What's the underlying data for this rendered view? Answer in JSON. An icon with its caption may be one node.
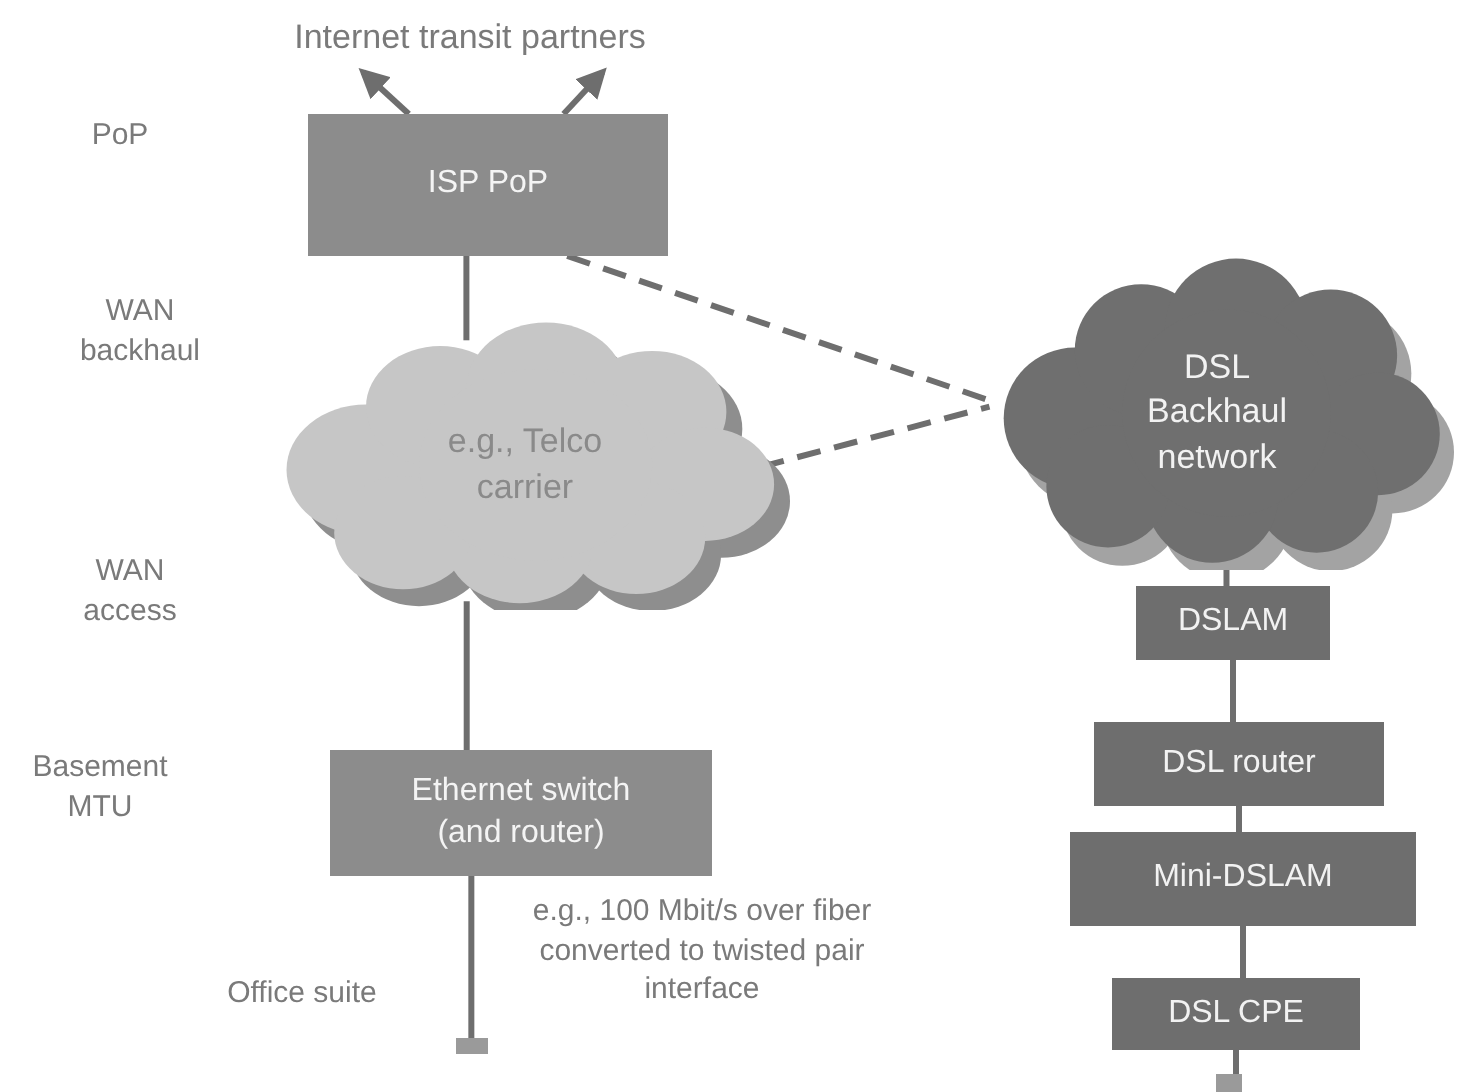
{
  "diagram": {
    "nodes": [
      {
        "text": [
          "Internet transit partners"
        ]
      },
      {
        "text": [
          "ISP PoP"
        ]
      },
      {
        "text": [
          "e.g., Telco carrier"
        ]
      },
      {
        "text": [
          "DSL Backhaul network"
        ]
      },
      {
        "text": [
          "Ethernet switch (and router)"
        ]
      },
      {
        "text": [],
        "shape": "box"
      },
      {
        "text": [
          "DSLAM"
        ]
      },
      {
        "text": [
          "DSL router"
        ]
      },
      {
        "text": [
          "Mini-DSLAM"
        ]
      },
      {
        "text": [
          "DSL CPE"
        ]
      },
      {
        "text": [],
        "shape": "box"
      }
    ],
    "edges": [
      {
        "from": 1,
        "to": 0,
        "arrow": "to"
      },
      {
        "from": 1,
        "to": 0,
        "arrow": "to"
      },
      {
        "from": 1,
        "to": 2,
        "arrow": "none"
      },
      {
        "from": 1,
        "to": 3,
        "arrow": "none",
        "style": "dashed"
      },
      {
        "from": 2,
        "to": 3,
        "arrow": "none",
        "style": "dashed"
      },
      {
        "from": 2,
        "to": 4,
        "arrow": "none"
      },
      {
        "from": 4,
        "to": 5,
        "arrow": "none"
      },
      {
        "from": 3,
        "to": 6,
        "arrow": "none"
      },
      {
        "from": 6,
        "to": 7,
        "arrow": "none"
      },
      {
        "from": 7,
        "to": 8,
        "arrow": "none"
      },
      {
        "from": 8,
        "to": 9,
        "arrow": "none"
      },
      {
        "from": 9,
        "to": 10,
        "arrow": "none"
      }
    ],
    "labels": [
      "PoP",
      "WAN backhaul",
      "WAN access",
      "Basement MTU",
      "Office suite",
      "e.g., 100 Mbit/s over fiber converted to twisted pair interface"
    ]
  }
}
